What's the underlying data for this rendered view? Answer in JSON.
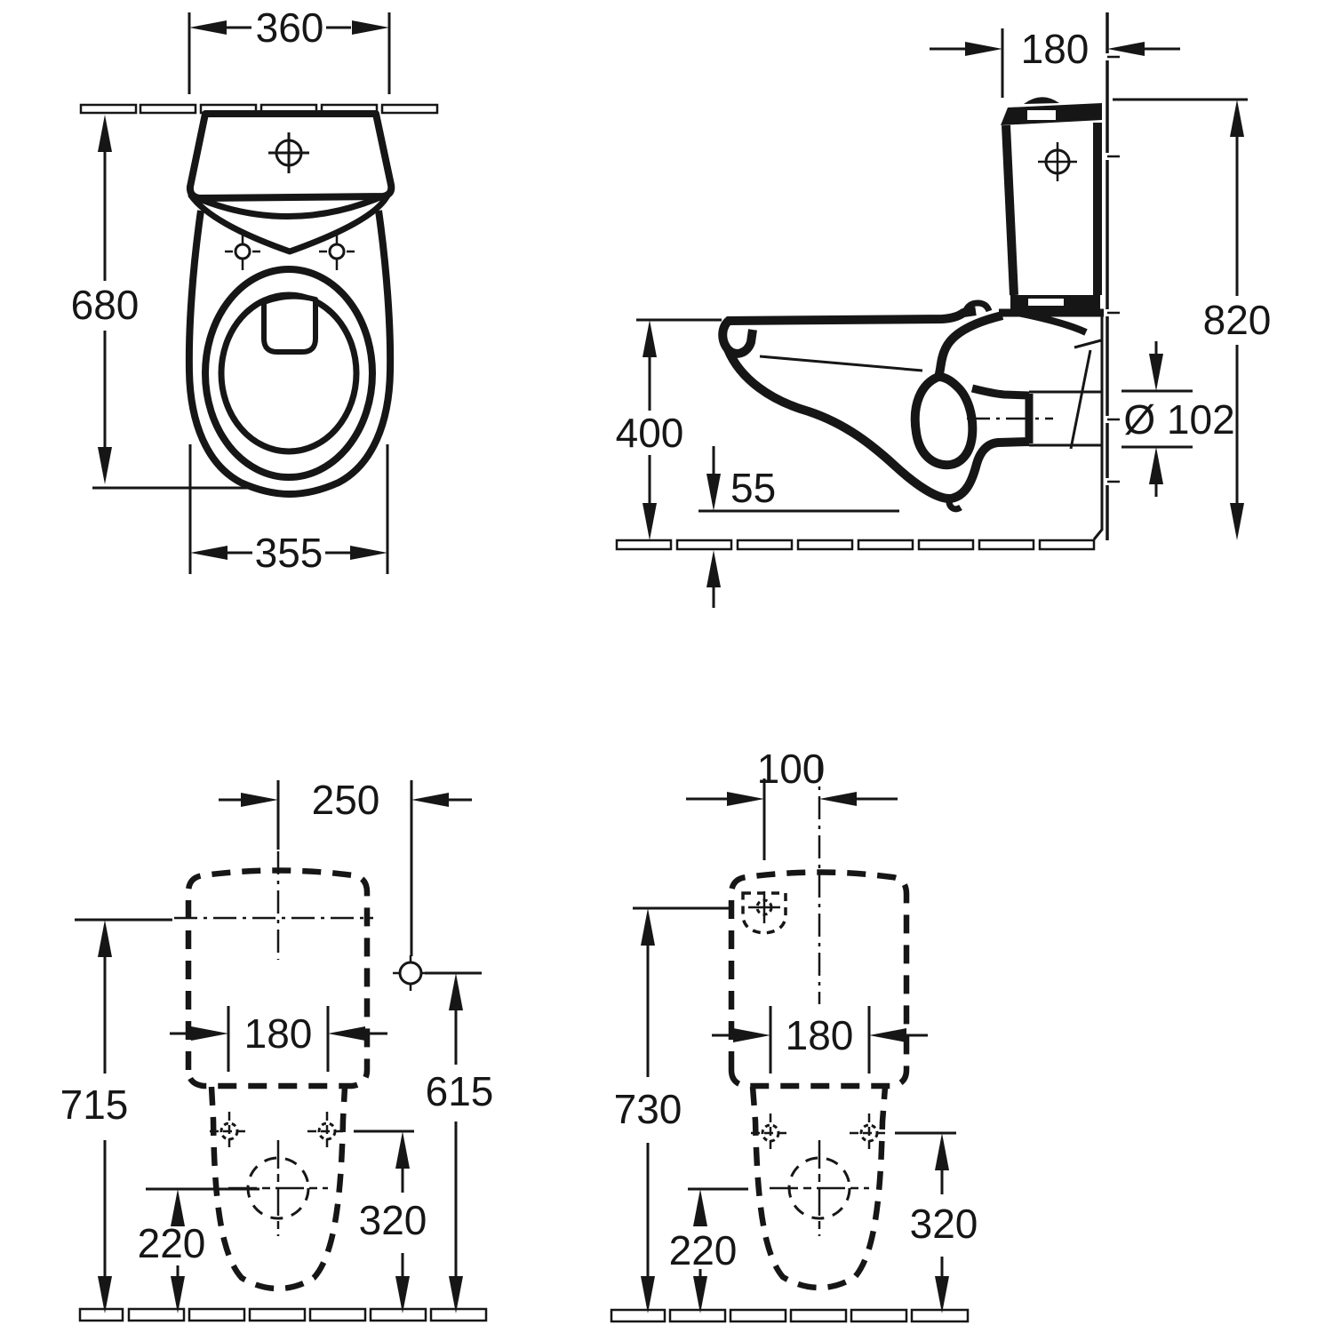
{
  "drawing": {
    "kind": "sanitary-ware technical dimension drawing",
    "unit_system": "millimetres",
    "colors": {
      "line": "#161616",
      "background": "#ffffff"
    }
  },
  "views": {
    "front": {
      "dims": {
        "width_top": "360",
        "depth": "680",
        "width_bottom": "355"
      }
    },
    "side": {
      "dims": {
        "cistern_depth": "180",
        "total_height": "820",
        "bowl_height": "400",
        "floor_clearance": "55",
        "outlet_diameter": "Ø 102"
      }
    },
    "rear_left": {
      "dims": {
        "supply_offset": "250",
        "fixing_spacing": "180",
        "height_left": "715",
        "height_right": "615",
        "outlet_height": "320",
        "outlet_offset": "220"
      }
    },
    "rear_right": {
      "dims": {
        "supply_offset": "100",
        "fixing_spacing": "180",
        "height_left": "730",
        "outlet_height": "320",
        "outlet_offset": "220"
      }
    }
  }
}
